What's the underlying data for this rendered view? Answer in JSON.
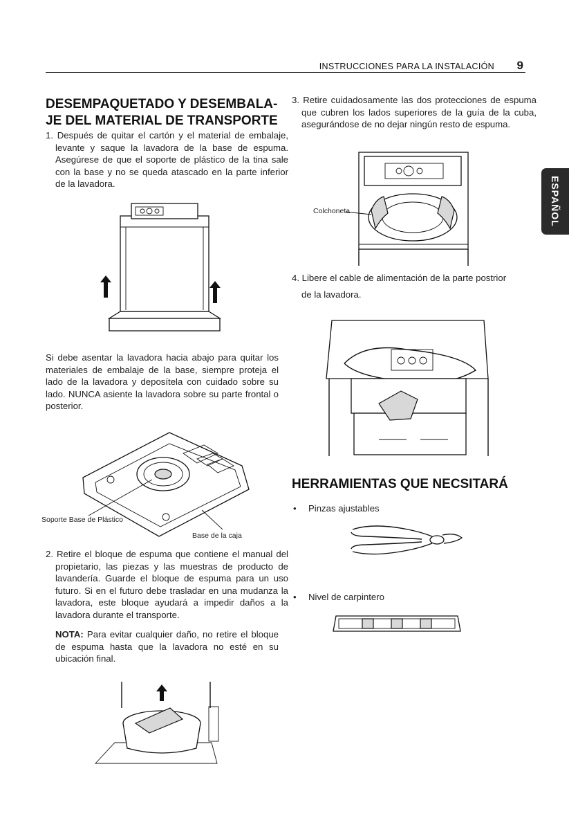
{
  "header": {
    "title": "INSTRUCCIONES PARA LA INSTALACIÓN",
    "page_number": "9"
  },
  "side_tab": {
    "label": "ESPAÑOL"
  },
  "section1": {
    "heading_line1": "DESEMPAQUETADO Y DESEMBALA-",
    "heading_line2": "JE DEL MATERIAL DE TRANSPORTE",
    "step1": "1. Después de quitar el cartón y el material de embalaje, levante y saque la lavadora de la base de espuma. Asegúrese de que el soporte de plástico de la tina sale con la base y no se queda atascado en la parte inferior de la lavadora.",
    "paragraph_a": "Si debe asentar la lavadora hacia abajo para quitar los materiales de embalaje de la base, siempre proteja el lado de la lavadora y deposítela con cuidado sobre su lado. ",
    "paragraph_b": "NUNCA asiente la lavadora sobre su parte frontal o posterior.",
    "label_support": "Soporte Base de Plástico",
    "label_box_base": "Base de la caja",
    "step2": "2. Retire el bloque de espuma que contiene el manual del propietario, las piezas y las muestras de producto de lavandería. Guarde el bloque de espuma para un uso futuro. Si en el futuro debe trasladar en una mudanza la lavadora, este bloque ayudará a impedir daños a la lavadora durante el transporte.",
    "note_label": "NOTA:",
    "note_text": " Para evitar cualquier daño, no retire el bloque de espuma hasta que la lavadora no esté en su ubicación final."
  },
  "section2": {
    "step3": "3. Retire cuidadosamente las dos protecciones de espuma que cubren los lados superiores de la guía de la cuba, asegurándose de no dejar ningún resto de espuma.",
    "label_pad": "Colchoneta",
    "step4_line1": "4. Libere el cable de alimentación de la parte postrior",
    "step4_line2": "de la lavadora."
  },
  "tools": {
    "heading": "HERRAMIENTAS QUE NECSITARÁ",
    "items": [
      "Pinzas ajustables",
      "Nivel de carpintero"
    ]
  }
}
